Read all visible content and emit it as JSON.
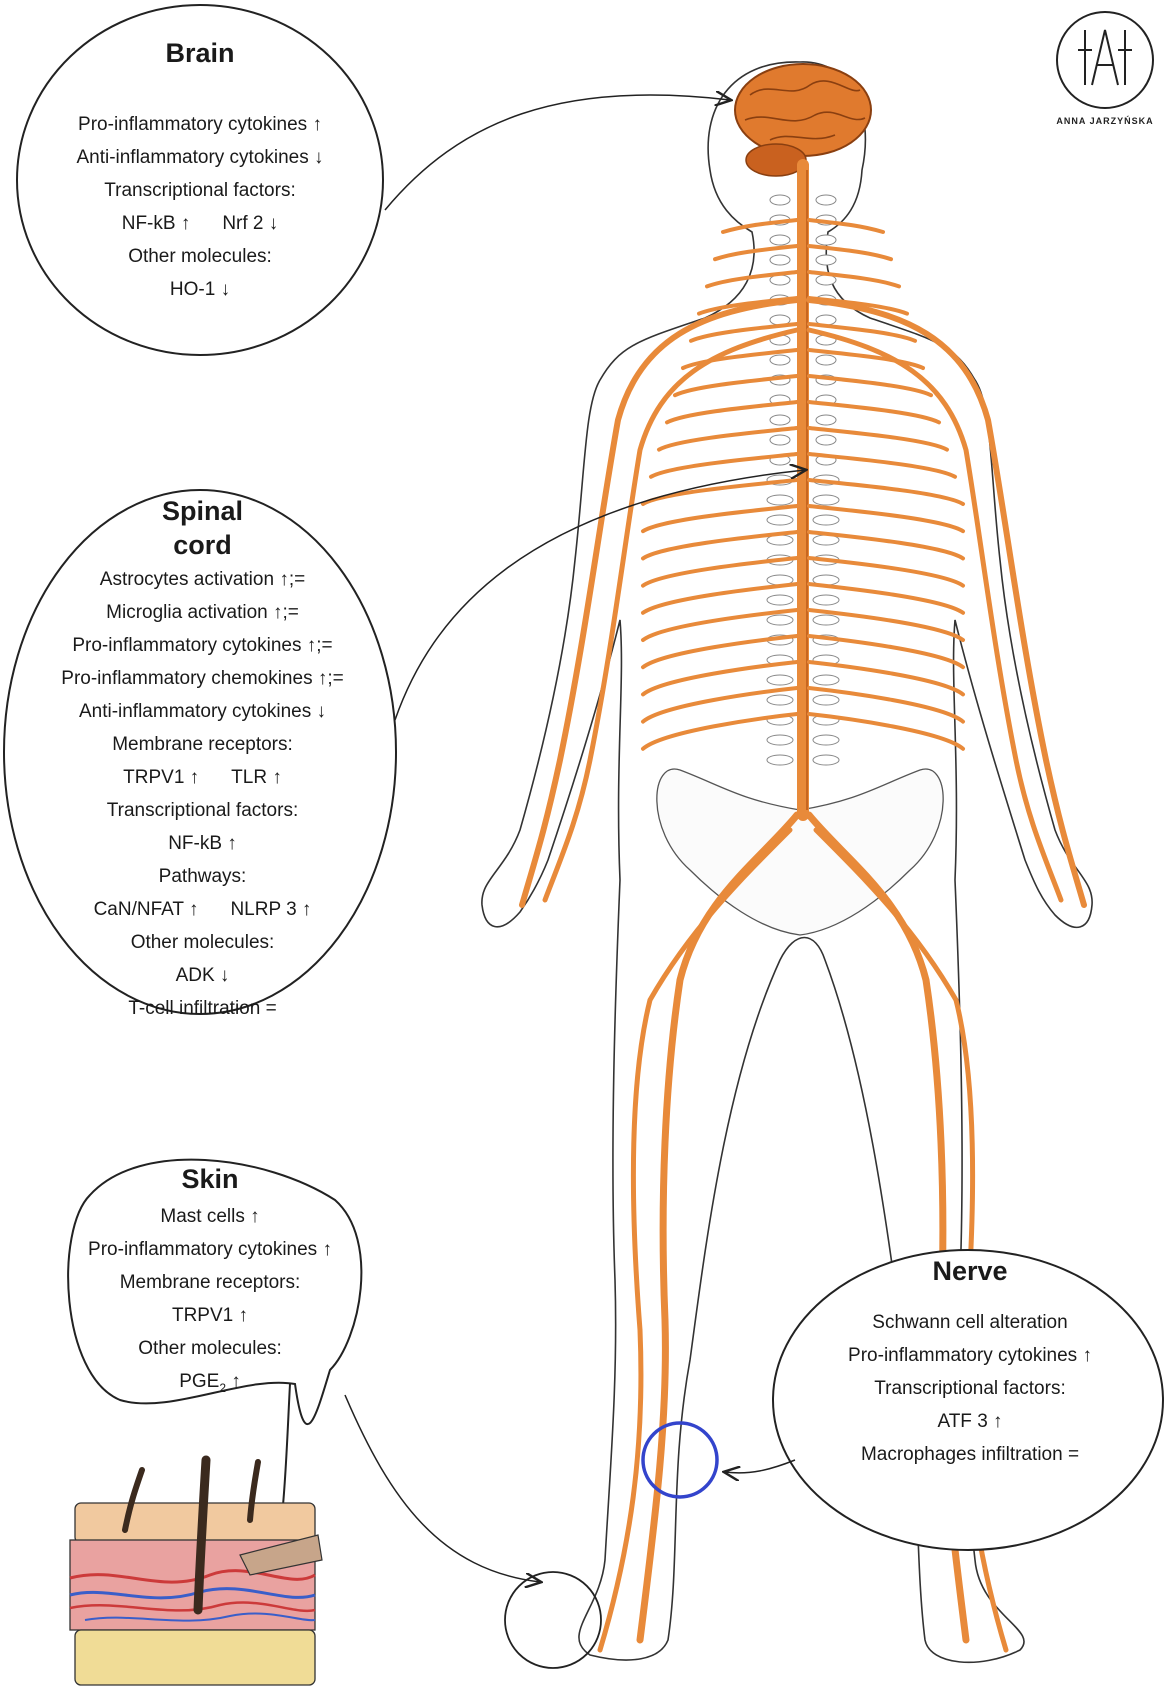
{
  "brain": {
    "title": "Brain",
    "l1": "Pro-inflammatory cytokines ↑",
    "l2": "Anti-inflammatory cytokines ↓",
    "l3": "Transcriptional factors:",
    "l4a": "NF-kB ↑",
    "l4b": "Nrf 2 ↓",
    "l5": "Other molecules:",
    "l6": "HO-1 ↓"
  },
  "spinal": {
    "title1": "Spinal",
    "title2": "cord",
    "l1": "Astrocytes activation ↑;=",
    "l2": "Microglia activation ↑;=",
    "l3": "Pro-inflammatory cytokines ↑;=",
    "l4": "Pro-inflammatory chemokines ↑;=",
    "l5": "Anti-inflammatory cytokines ↓",
    "l6": "Membrane receptors:",
    "l7a": "TRPV1 ↑",
    "l7b": "TLR ↑",
    "l8": "Transcriptional factors:",
    "l9": "NF-kB ↑",
    "l10": "Pathways:",
    "l11a": "CaN/NFAT ↑",
    "l11b": "NLRP 3 ↑",
    "l12": "Other molecules:",
    "l13": "ADK ↓",
    "l14": "T-cell infiltration ="
  },
  "skin": {
    "title": "Skin",
    "l1": "Mast cells ↑",
    "l2": "Pro-inflammatory cytokines ↑",
    "l3": "Membrane receptors:",
    "l4": "TRPV1 ↑",
    "l5": "Other molecules:",
    "l6_main": "PGE",
    "l6_sub": "2",
    "l6_arrow": " ↑"
  },
  "nerve": {
    "title": "Nerve",
    "l1": "Schwann cell alteration",
    "l2": "Pro-inflammatory cytokines ↑",
    "l3": "Transcriptional factors:",
    "l4": "ATF 3 ↑",
    "l5": "Macrophages infiltration ="
  },
  "logo": {
    "name": "ANNA JARZYŃSKA"
  },
  "colors": {
    "nerve": "#e88a3a",
    "nerve_dark": "#c8661f",
    "brain": "#e07a2e",
    "skin_top": "#f1c99f",
    "skin_mid": "#e9a2a0",
    "skin_fat": "#f0dc96",
    "vessel_red": "#cc3a3a",
    "vessel_blue": "#3a5ec9",
    "highlight": "#3344cc",
    "outline": "#333333"
  }
}
